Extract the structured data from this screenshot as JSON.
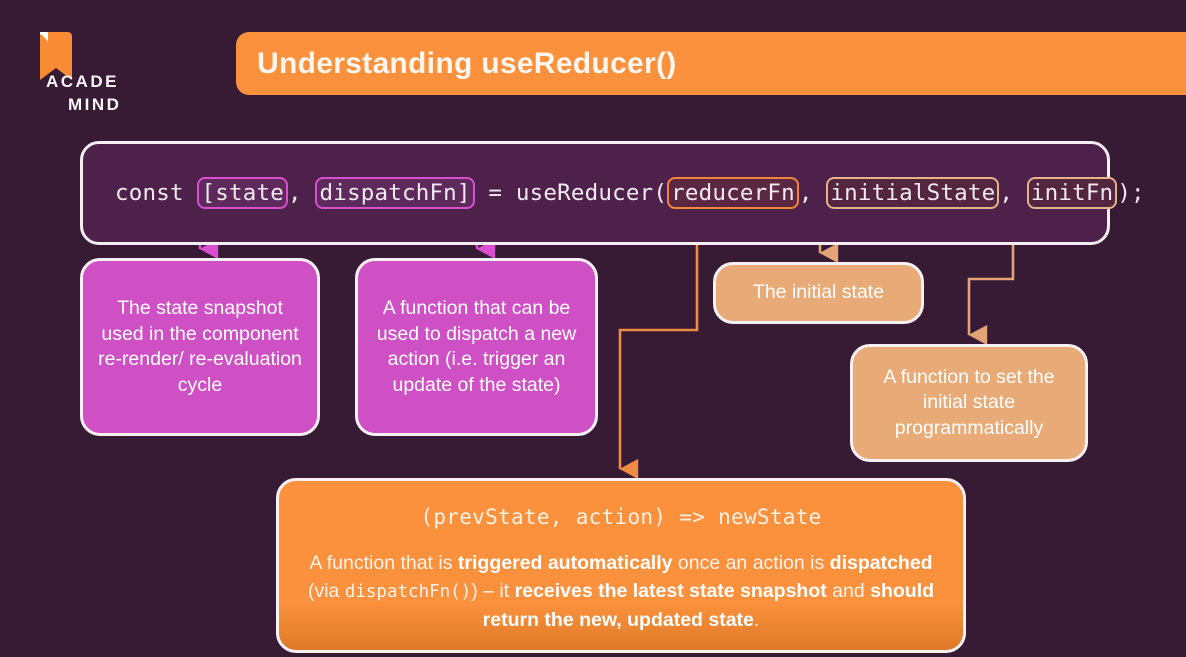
{
  "brand": {
    "line1": "ACADE",
    "line2": "MIND",
    "logo_icon": "bookmark-ribbon-icon"
  },
  "header": {
    "title": "Understanding useReducer()",
    "bar_color": "#fb913c"
  },
  "background_color": "#371a33",
  "code_panel": {
    "panel_bg": "#4d2149",
    "segments": [
      {
        "text": "const ",
        "style": "plain"
      },
      {
        "text": "[state",
        "style": "tag-pink"
      },
      {
        "text": ", ",
        "style": "plain"
      },
      {
        "text": "dispatchFn]",
        "style": "tag-pink"
      },
      {
        "text": " = useReducer(",
        "style": "plain"
      },
      {
        "text": "reducerFn",
        "style": "tag-orange"
      },
      {
        "text": ", ",
        "style": "plain"
      },
      {
        "text": "initialState",
        "style": "tag-tan"
      },
      {
        "text": ", ",
        "style": "plain"
      },
      {
        "text": "initFn",
        "style": "tag-tan"
      },
      {
        "text": ");",
        "style": "plain"
      }
    ],
    "full_line": "const [state, dispatchFn] = useReducer(reducerFn, initialState, initFn);"
  },
  "callouts": {
    "state": {
      "text": "The state snapshot used in the component re-render/ re-evaluation cycle",
      "color": "#cf50c4",
      "connector_color": "#d94fd0"
    },
    "dispatch": {
      "text": "A function that can be used to dispatch a new action (i.e. trigger an update of the state)",
      "color": "#cf50c4",
      "connector_color": "#d94fd0"
    },
    "initial_state": {
      "text": "The initial state",
      "color": "#e8aa77",
      "connector_color": "#e6b389"
    },
    "init_fn": {
      "text": "A function to set the initial state programmatically",
      "color": "#e8aa77",
      "connector_color": "#e6b389"
    },
    "reducer_fn": {
      "signature": "(prevState, action) => newState",
      "paragraph_parts": [
        {
          "text": "A function that is ",
          "bold": false,
          "mono": false
        },
        {
          "text": "triggered automatically",
          "bold": true,
          "mono": false
        },
        {
          "text": " once an action is ",
          "bold": false,
          "mono": false
        },
        {
          "text": "dispatched",
          "bold": true,
          "mono": false
        },
        {
          "text": " (via ",
          "bold": false,
          "mono": false
        },
        {
          "text": "dispatchFn()",
          "bold": false,
          "mono": true
        },
        {
          "text": ") – it ",
          "bold": false,
          "mono": false
        },
        {
          "text": "receives the latest state snapshot",
          "bold": true,
          "mono": false
        },
        {
          "text": " and ",
          "bold": false,
          "mono": false
        },
        {
          "text": "should return the new, updated state",
          "bold": true,
          "mono": false
        },
        {
          "text": ".",
          "bold": false,
          "mono": false
        }
      ],
      "paragraph_plain": "A function that is triggered automatically once an action is dispatched (via dispatchFn()) – it receives the latest state snapshot and should return the new, updated state.",
      "color": "#fb913c",
      "connector_color": "#f2853a"
    }
  }
}
